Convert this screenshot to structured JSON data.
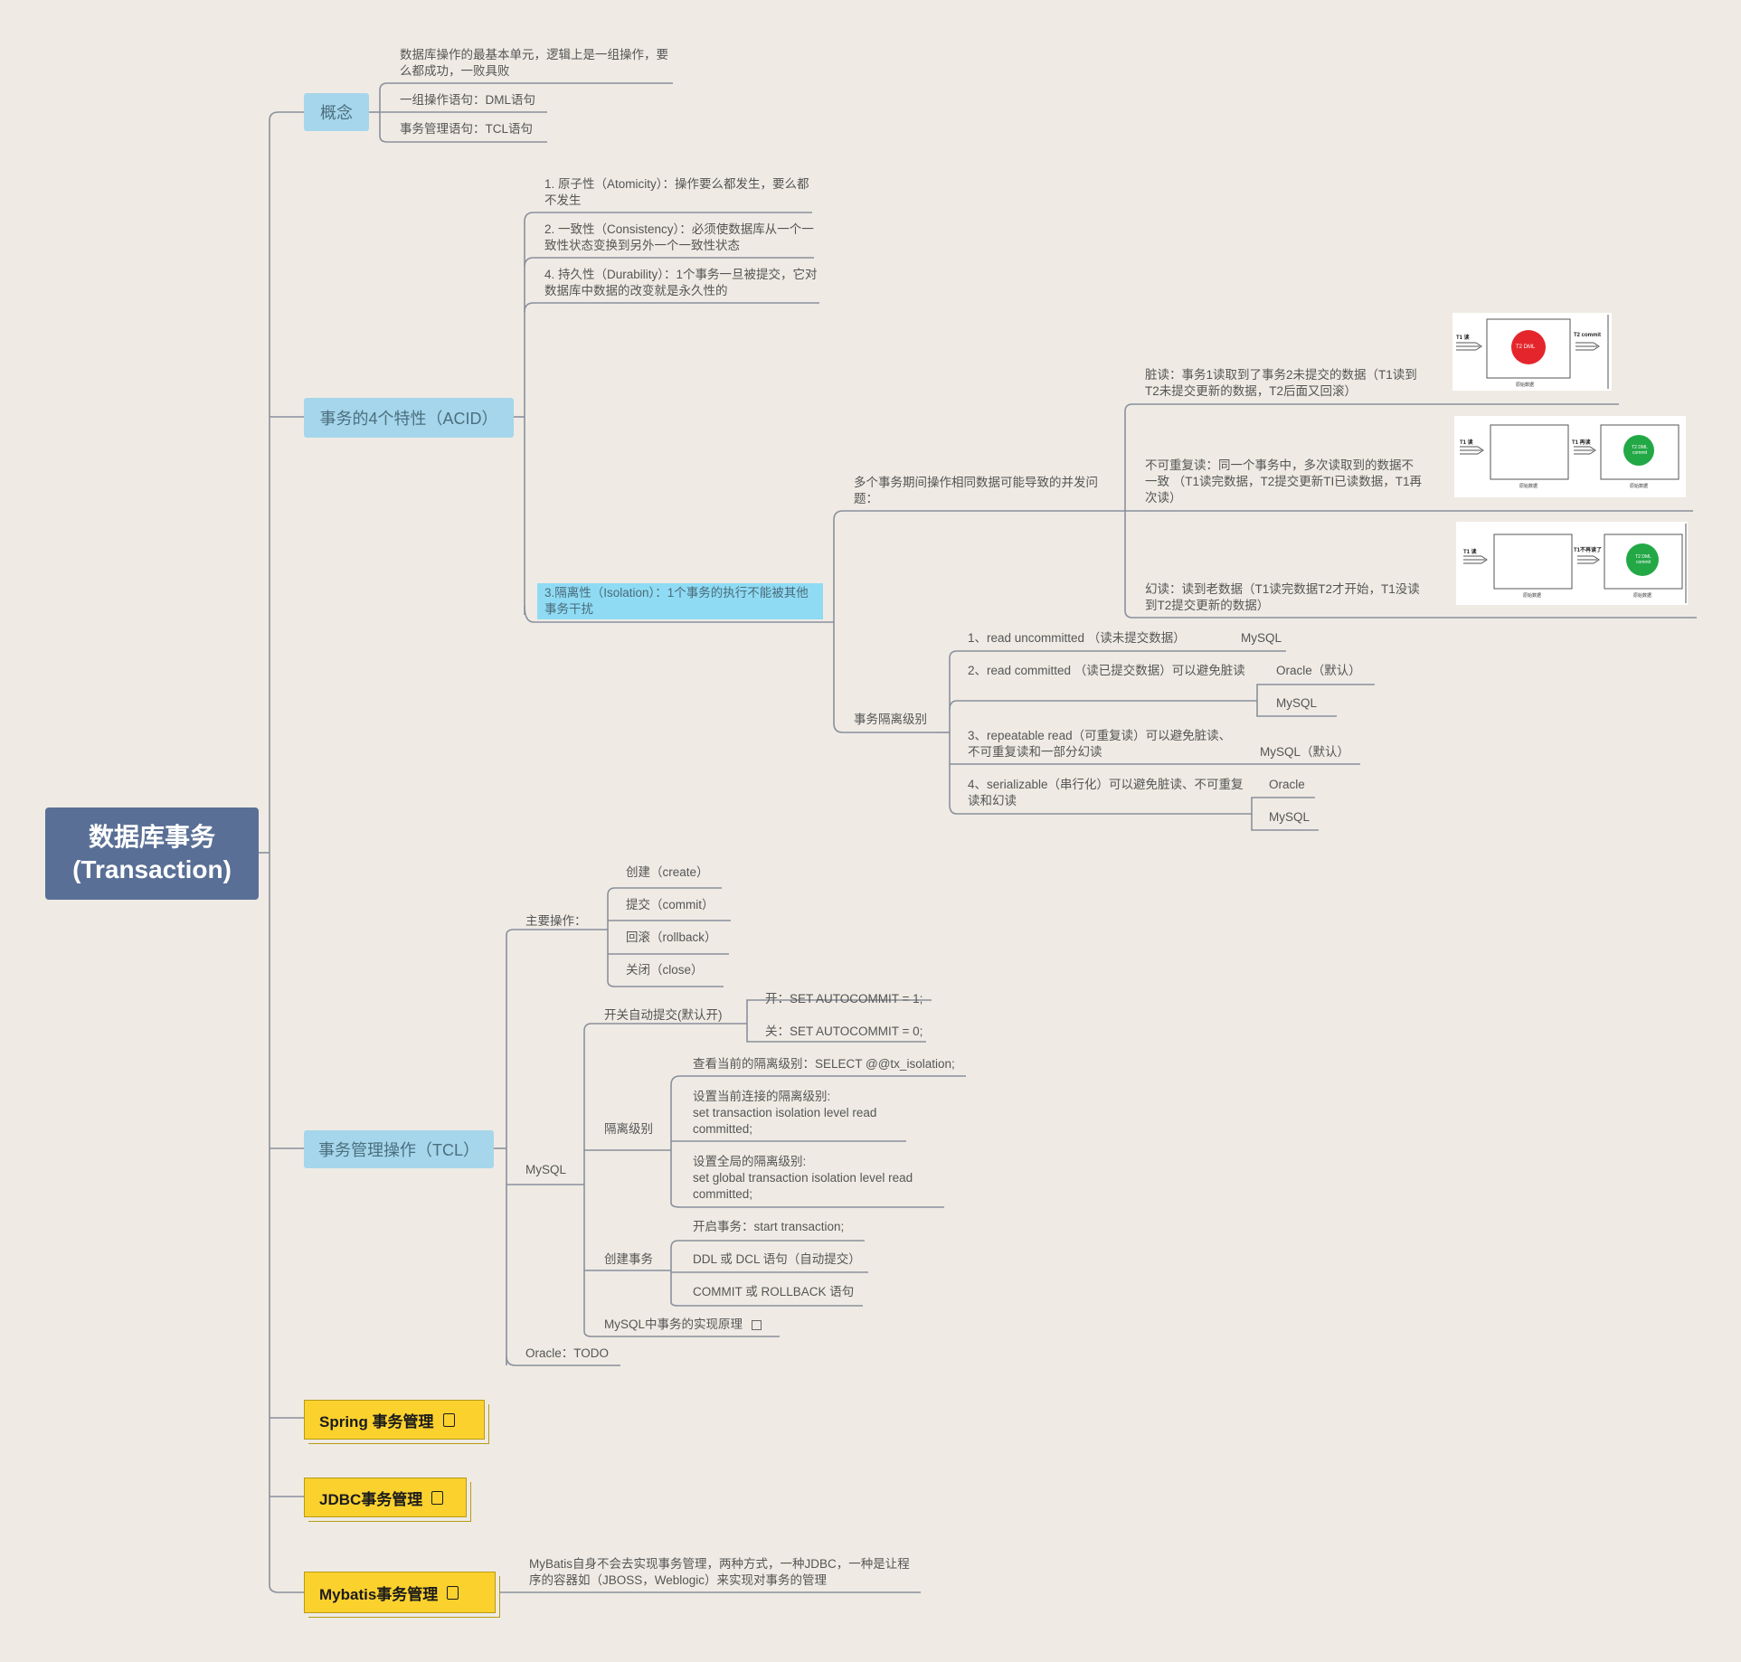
{
  "root": {
    "line1": "数据库事务",
    "line2": "(Transaction)"
  },
  "concept": {
    "label": "概念",
    "items": [
      "数据库操作的最基本单元，逻辑上是一组操作，要么都成功，一败具败",
      "一组操作语句：DML语句",
      "事务管理语句：TCL语句"
    ]
  },
  "acid": {
    "label": "事务的4个特性（ACID）",
    "atomicity": "1. 原子性（Atomicity）：操作要么都发生，要么都不发生",
    "consistency": "2. 一致性（Consistency）：必须使数据库从一个一致性状态变换到另外一个一致性状态",
    "durability": "4. 持久性（Durability）：1个事务一旦被提交，它对数据库中数据的改变就是永久性的",
    "isolation": "3.隔离性（Isolation）：1个事务的执行不能被其他事务干扰",
    "concurrency": {
      "label": "多个事务期间操作相同数据可能导致的并发问题：",
      "dirty": "脏读：事务1读取到了事务2未提交的数据（T1读到T2未提交更新的数据，T2后面又回滚）",
      "nonrepeatable": "不可重复读：同一个事务中，多次读取到的数据不一致 （T1读完数据，T2提交更新TI已读数据，T1再次读）",
      "phantom": "幻读：读到老数据（T1读完数据T2才开始，T1没读到T2提交更新的数据）"
    },
    "levels": {
      "label": "事务隔离级别",
      "l1": "1、read uncommitted （读未提交数据）",
      "l1_db": "MySQL",
      "l2": "2、read committed （读已提交数据）可以避免脏读",
      "l2_db1": "Oracle（默认）",
      "l2_db2": "MySQL",
      "l3": "3、repeatable read（可重复读）可以避免脏读、不可重复读和一部分幻读",
      "l3_db": "MySQL（默认）",
      "l4": "4、serializable（串行化）可以避免脏读、不可重复读和幻读",
      "l4_db1": "Oracle",
      "l4_db2": "MySQL"
    },
    "thumbs": {
      "dirty": {
        "t1": "T1 读",
        "t2": "T2 commit",
        "circle": "T2 DML",
        "cap": "原始数据"
      },
      "nonrep": {
        "t1": "T1 读",
        "t2": "T1 再读",
        "circle": "T2 DML commit",
        "cap1": "原始数据",
        "cap2": "原始数据"
      },
      "phantom": {
        "t1": "T1 读",
        "t2": "T1不再读了",
        "circle": "T2 DML commit",
        "cap1": "原始数据",
        "cap2": "原始数据"
      }
    }
  },
  "tcl": {
    "label": "事务管理操作（TCL）",
    "main_ops": {
      "label": "主要操作：",
      "items": [
        "创建（create）",
        "提交（commit）",
        "回滚（rollback）",
        "关闭（close）"
      ]
    },
    "mysql": {
      "label": "MySQL",
      "autocommit": {
        "label": "开关自动提交(默认开)",
        "on": "开：SET AUTOCOMMIT = 1;",
        "off": "关：SET AUTOCOMMIT = 0;"
      },
      "isolation": {
        "label": "隔离级别",
        "view": "查看当前的隔离级别：SELECT @@tx_isolation;",
        "session": "设置当前连接的隔离级别:\nset transaction isolation level read\ncommitted;",
        "global": "设置全局的隔离级别:\nset global transaction isolation level read\ncommitted;"
      },
      "create": {
        "label": "创建事务",
        "items": [
          "开启事务：start transaction;",
          "DDL 或 DCL 语句（自动提交）",
          "COMMIT 或 ROLLBACK 语句"
        ]
      },
      "principle": "MySQL中事务的实现原理"
    },
    "oracle": "Oracle：TODO"
  },
  "spring": "Spring 事务管理",
  "jdbc": "JDBC事务管理",
  "mybatis": {
    "label": "Mybatis事务管理",
    "note": "MyBatis自身不会去实现事务管理，两种方式，一种JDBC，一种是让程序的容器如（JBOSS，Weblogic）来实现对事务的管理"
  },
  "colors": {
    "background": "#efebe4",
    "root": "#5a6f96",
    "topic": "#a6d6eb",
    "highlight": "#8fdbf4",
    "yellow": "#fbd12e",
    "line": "#8a909c"
  }
}
